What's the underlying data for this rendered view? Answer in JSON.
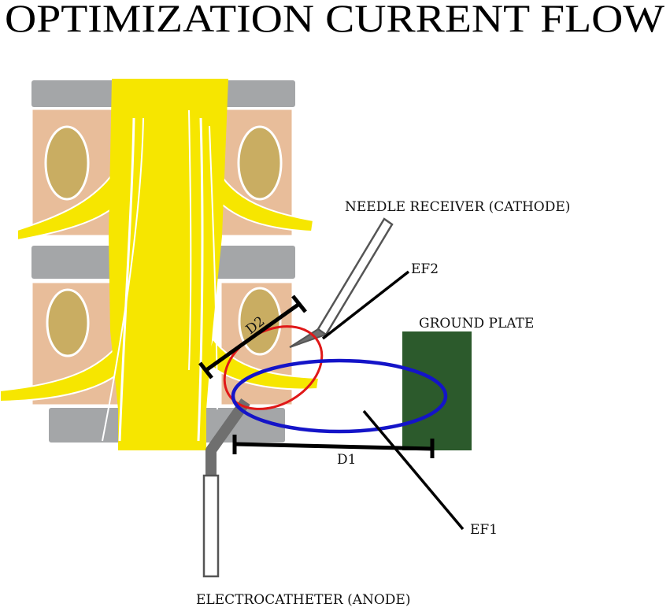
{
  "title": "OPTIMIZATION CURRENT FLOW",
  "labels": {
    "needle": "NEEDLE RECEIVER (CATHODE)",
    "ef2": "EF2",
    "ground_plate": "GROUND PLATE",
    "d2": "D2",
    "d1": "D1",
    "ef1": "EF1",
    "electrocatheter": "ELECTROCATHETER (ANODE)"
  },
  "colors": {
    "nerve": "#f6e600",
    "bone": "#e8bd9a",
    "disc": "#a4a6a8",
    "foramen": "#c9ad62",
    "ground_plate": "#2c5a2c",
    "field_red": "#e01818",
    "field_blue": "#1414c8",
    "instrument": "#6f6f6f"
  }
}
